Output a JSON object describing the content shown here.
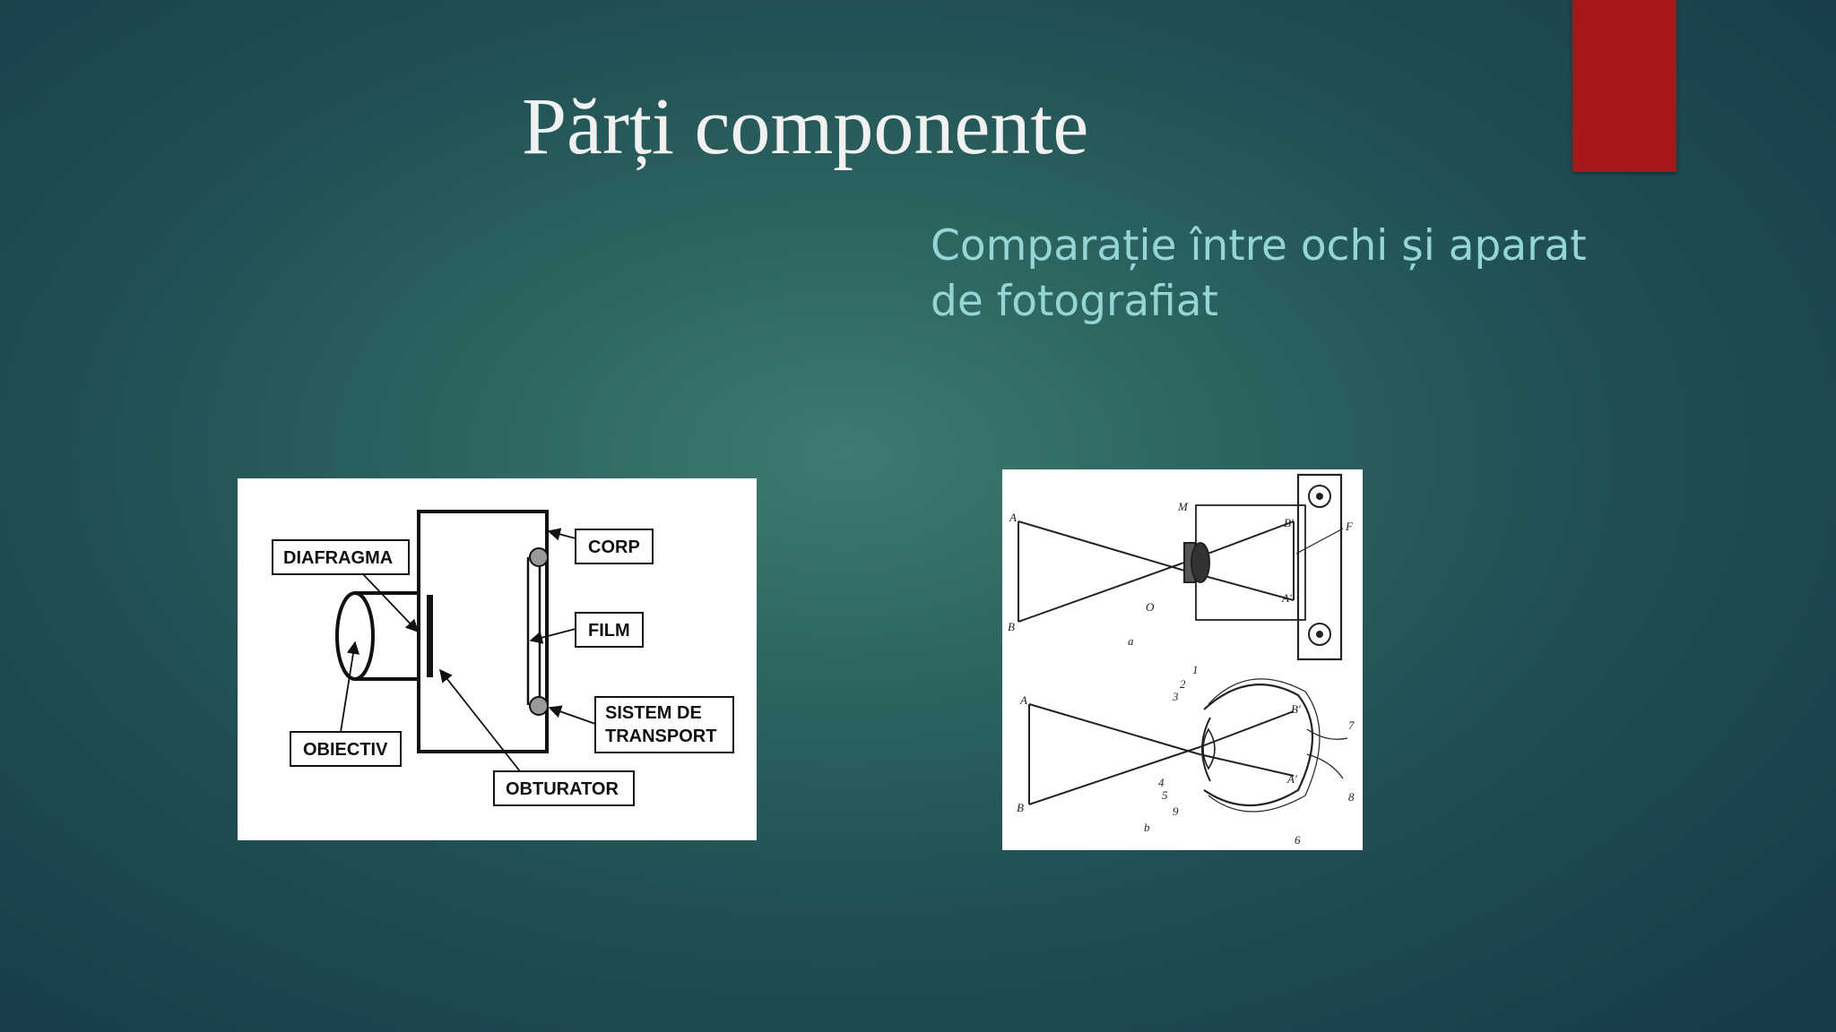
{
  "slide": {
    "title": "Părți componente",
    "subtitle": "Comparație între ochi și aparat de fotografiat",
    "accent_color": "#a81717",
    "title_color": "#f1f1f1",
    "subtitle_color": "#93d6d4"
  },
  "camera_diagram": {
    "labels": {
      "diafragma": "DIAFRAGMA",
      "corp": "CORP",
      "film": "FILM",
      "sistem_line1": "SISTEM DE",
      "sistem_line2": "TRANSPORT",
      "obiectiv": "OBIECTIV",
      "obturator": "OBTURATOR"
    }
  },
  "eye_diagram": {
    "top": {
      "A": "A",
      "B": "B",
      "M": "M",
      "O": "O",
      "B_prime": "B'",
      "A_prime": "A'",
      "F": "F",
      "caption": "a"
    },
    "bottom": {
      "A": "A",
      "B": "B",
      "B_prime": "B'",
      "A_prime": "A'",
      "n1": "1",
      "n2": "2",
      "n3": "3",
      "n4": "4",
      "n5": "5",
      "n6": "6",
      "n7": "7",
      "n8": "8",
      "n9": "9",
      "caption": "b"
    }
  }
}
